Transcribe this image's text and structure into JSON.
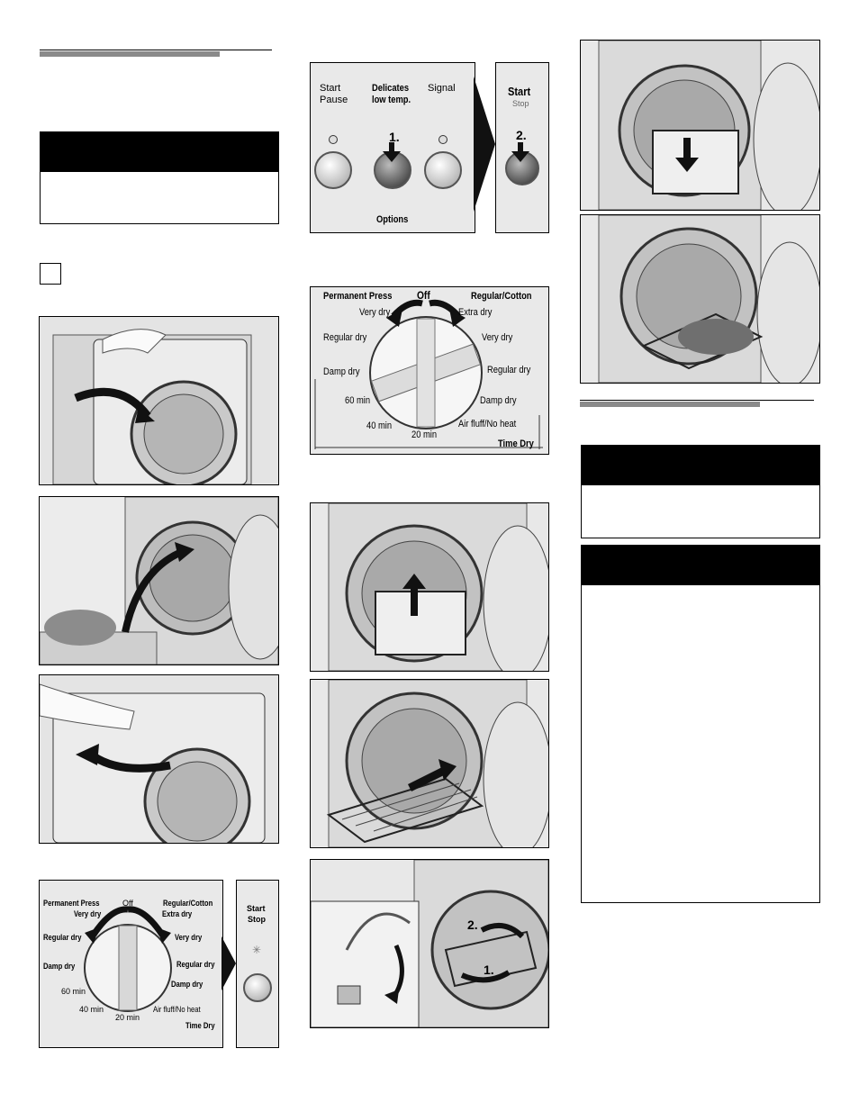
{
  "control_panel_top": {
    "start_pause": "Start\nPause",
    "delicates": "Delicates\nlow temp.",
    "signal": "Signal",
    "options": "Options",
    "step1": "1.",
    "start": "Start",
    "stop": "Stop",
    "step2": "2."
  },
  "dial_large": {
    "permanent_press": "Permanent Press",
    "off": "Off",
    "regular_cotton": "Regular/Cotton",
    "very_dry_left": "Very dry",
    "extra_dry": "Extra dry",
    "regular_dry_left": "Regular dry",
    "very_dry_right": "Very dry",
    "damp_dry_left": "Damp dry",
    "regular_dry_right": "Regular dry",
    "damp_dry_right": "Damp dry",
    "min60": "60 min",
    "min40": "40 min",
    "min20": "20 min",
    "air_fluff": "Air fluff/No heat",
    "time_dry": "Time Dry"
  },
  "dial_small": {
    "permanent_press": "Permanent Press",
    "off": "Off",
    "regular_cotton": "Regular/Cotton",
    "very_dry_left": "Very dry",
    "extra_dry": "Extra dry",
    "regular_dry_left": "Regular dry",
    "very_dry_right": "Very dry",
    "damp_dry_left": "Damp dry",
    "regular_dry_right": "Regular dry",
    "damp_dry_right": "Damp dry",
    "min60": "60 min",
    "min40": "40 min",
    "min20": "20 min",
    "air_fluff": "Air fluff/No heat",
    "time_dry": "Time Dry",
    "start": "Start",
    "stop": "Stop"
  },
  "rack_figure": {
    "step1": "1.",
    "step2": "2."
  }
}
